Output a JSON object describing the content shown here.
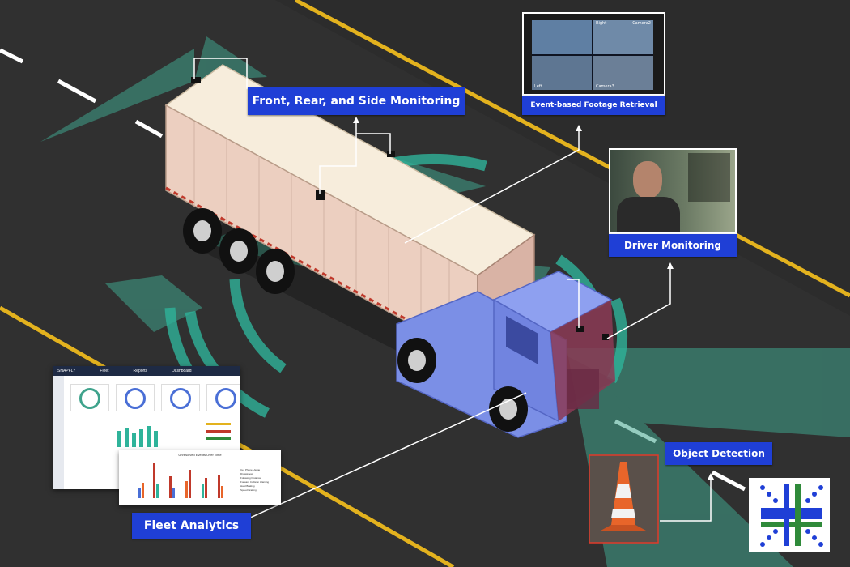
{
  "callouts": {
    "front_rear_side": "Front, Rear, and Side Monitoring",
    "event_footage": "Event-based Footage Retrieval",
    "driver_monitoring": "Driver Monitoring",
    "object_detection": "Object Detection",
    "fleet_analytics": "Fleet Analytics"
  },
  "dashboard": {
    "brand": "SNAPFLY",
    "nav": [
      "Fleet",
      "Reports",
      "Dashboard"
    ],
    "chart_title": "Unresolved Events Over Time",
    "legend": [
      "Cell Phone Usage",
      "Drowsiness",
      "Following Distance",
      "Forward Collision Warning",
      "Hard Braking",
      "Speed Braking"
    ]
  },
  "camera_monitor": {
    "quadrants": [
      "Right",
      "Camera2",
      "Left",
      "Camera3"
    ]
  },
  "colors": {
    "road": "#2c2c2c",
    "lane_yellow": "#e3b21e",
    "cone_orange": "#e8652a",
    "label_blue": "#1f3fd6",
    "fov_teal": "#3fa38c",
    "logo_blue": "#1f3fd6",
    "logo_green": "#2f8a3a"
  }
}
